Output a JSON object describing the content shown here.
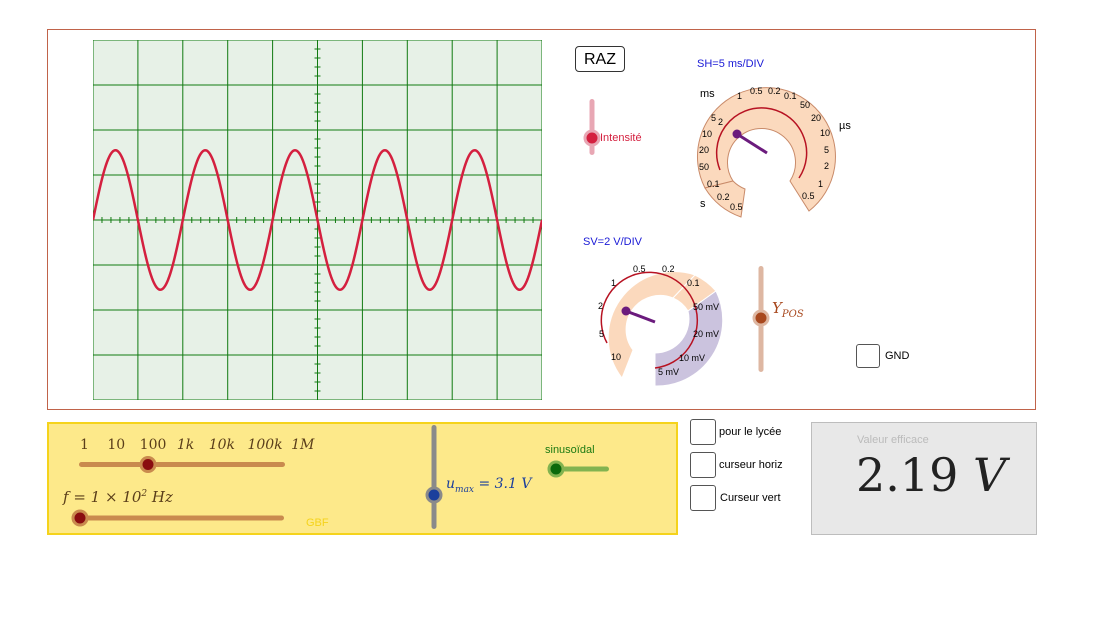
{
  "controls": {
    "raz_label": "RAZ",
    "intensity_label": "Intensité",
    "sh_label": "SH=5 ms/DIV",
    "sv_label": "SV=2 V/DIV",
    "ypos_label": "Y",
    "ypos_sub": "POS",
    "gnd_label": "GND"
  },
  "time_dial": {
    "unit_ms": "ms",
    "unit_us": "µs",
    "unit_s": "s",
    "ms_ticks": [
      "1",
      "2",
      "5",
      "10",
      "20",
      "50"
    ],
    "top_ticks": [
      "0.5",
      "0.2",
      "0.1"
    ],
    "us_ticks": [
      "50",
      "20",
      "10",
      "5",
      "2",
      "1",
      "0.5"
    ],
    "s_ticks": [
      "0.1",
      "0.2",
      "0.5"
    ]
  },
  "volt_dial": {
    "ticks_v": [
      "10",
      "5",
      "2",
      "1",
      "0.5",
      "0.2",
      "0.1"
    ],
    "ticks_mv": [
      "50 mV",
      "20 mV",
      "10 mV",
      "5 mV"
    ]
  },
  "gbf": {
    "decades": [
      "1",
      "10",
      "100",
      "1k",
      "10k",
      "100k",
      "1M"
    ],
    "freq_label": "f = 1 × 10",
    "freq_exp": "2",
    "freq_unit": "Hz",
    "umax_label": "u",
    "umax_sub": "max",
    "umax_value": "= 3.1 V",
    "waveform_label": "sinusoïdal",
    "gbf_label": "GBF",
    "decade_fraction": 0.333,
    "fine_fraction": 0.0
  },
  "options": [
    {
      "label": "pour le lycée",
      "checked": false
    },
    {
      "label": "curseur horiz",
      "checked": false
    },
    {
      "label": "Curseur vert",
      "checked": false
    }
  ],
  "rms": {
    "title": "Valeur efficace",
    "value": "2.19",
    "unit": "V"
  },
  "colors": {
    "trace": "#d4203f",
    "grid": "#117a11",
    "screen_bg": "#e7f1e7",
    "panel": "#fde98a",
    "dial_orange": "#fbd9bd",
    "dial_purple": "#cbc3de"
  }
}
